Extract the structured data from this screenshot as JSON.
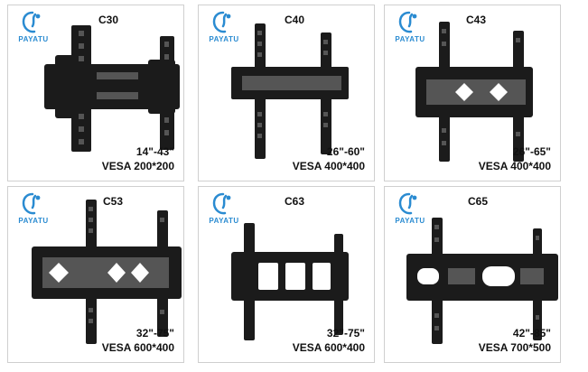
{
  "brand": {
    "name": "PAYATU",
    "color": "#2a8bd1"
  },
  "products": [
    {
      "model": "C30",
      "size": "14\"-43\"",
      "vesa": "VESA 200*200"
    },
    {
      "model": "C40",
      "size": "26\"-60\"",
      "vesa": "VESA 400*400"
    },
    {
      "model": "C43",
      "size": "26\"-65\"",
      "vesa": "VESA 400*400"
    },
    {
      "model": "C53",
      "size": "32\"-75\"",
      "vesa": "VESA 600*400"
    },
    {
      "model": "C63",
      "size": "32\"-75\"",
      "vesa": "VESA 600*400"
    },
    {
      "model": "C65",
      "size": "42\"-85\"",
      "vesa": "VESA 700*500"
    }
  ]
}
